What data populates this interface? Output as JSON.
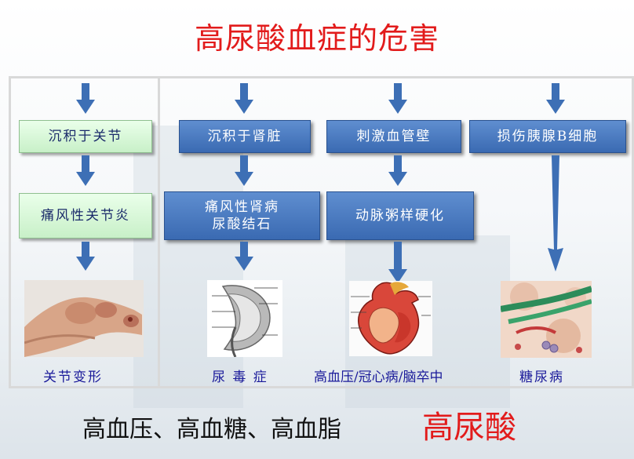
{
  "title": "高尿酸血症的危害",
  "columns": [
    {
      "step1": "沉积于关节",
      "step2": "痛风性关节炎",
      "result": "关节变形",
      "image": "deformed-hand-image"
    },
    {
      "step1": "沉积于肾脏",
      "step2_line1": "痛风性肾病",
      "step2_line2": "尿酸结石",
      "result": "尿 毒 症",
      "image": "kidney-diagram-image"
    },
    {
      "step1": "刺激血管壁",
      "step2": "动脉粥样硬化",
      "result": "高血压/冠心病/脑卒中",
      "image": "heart-diagram-image"
    },
    {
      "step1": "损伤胰腺B细胞",
      "result": "糖尿病",
      "image": "pancreas-cells-image"
    }
  ],
  "bottom": {
    "text": "高血压、高血糖、高血脂",
    "highlight": "高尿酸"
  },
  "colors": {
    "title": "#e21b1b",
    "arrow": "#3d6fb5",
    "box_blue": "#3a6ab2",
    "box_green": "#c8f0c8",
    "label": "#1a1a9a"
  }
}
